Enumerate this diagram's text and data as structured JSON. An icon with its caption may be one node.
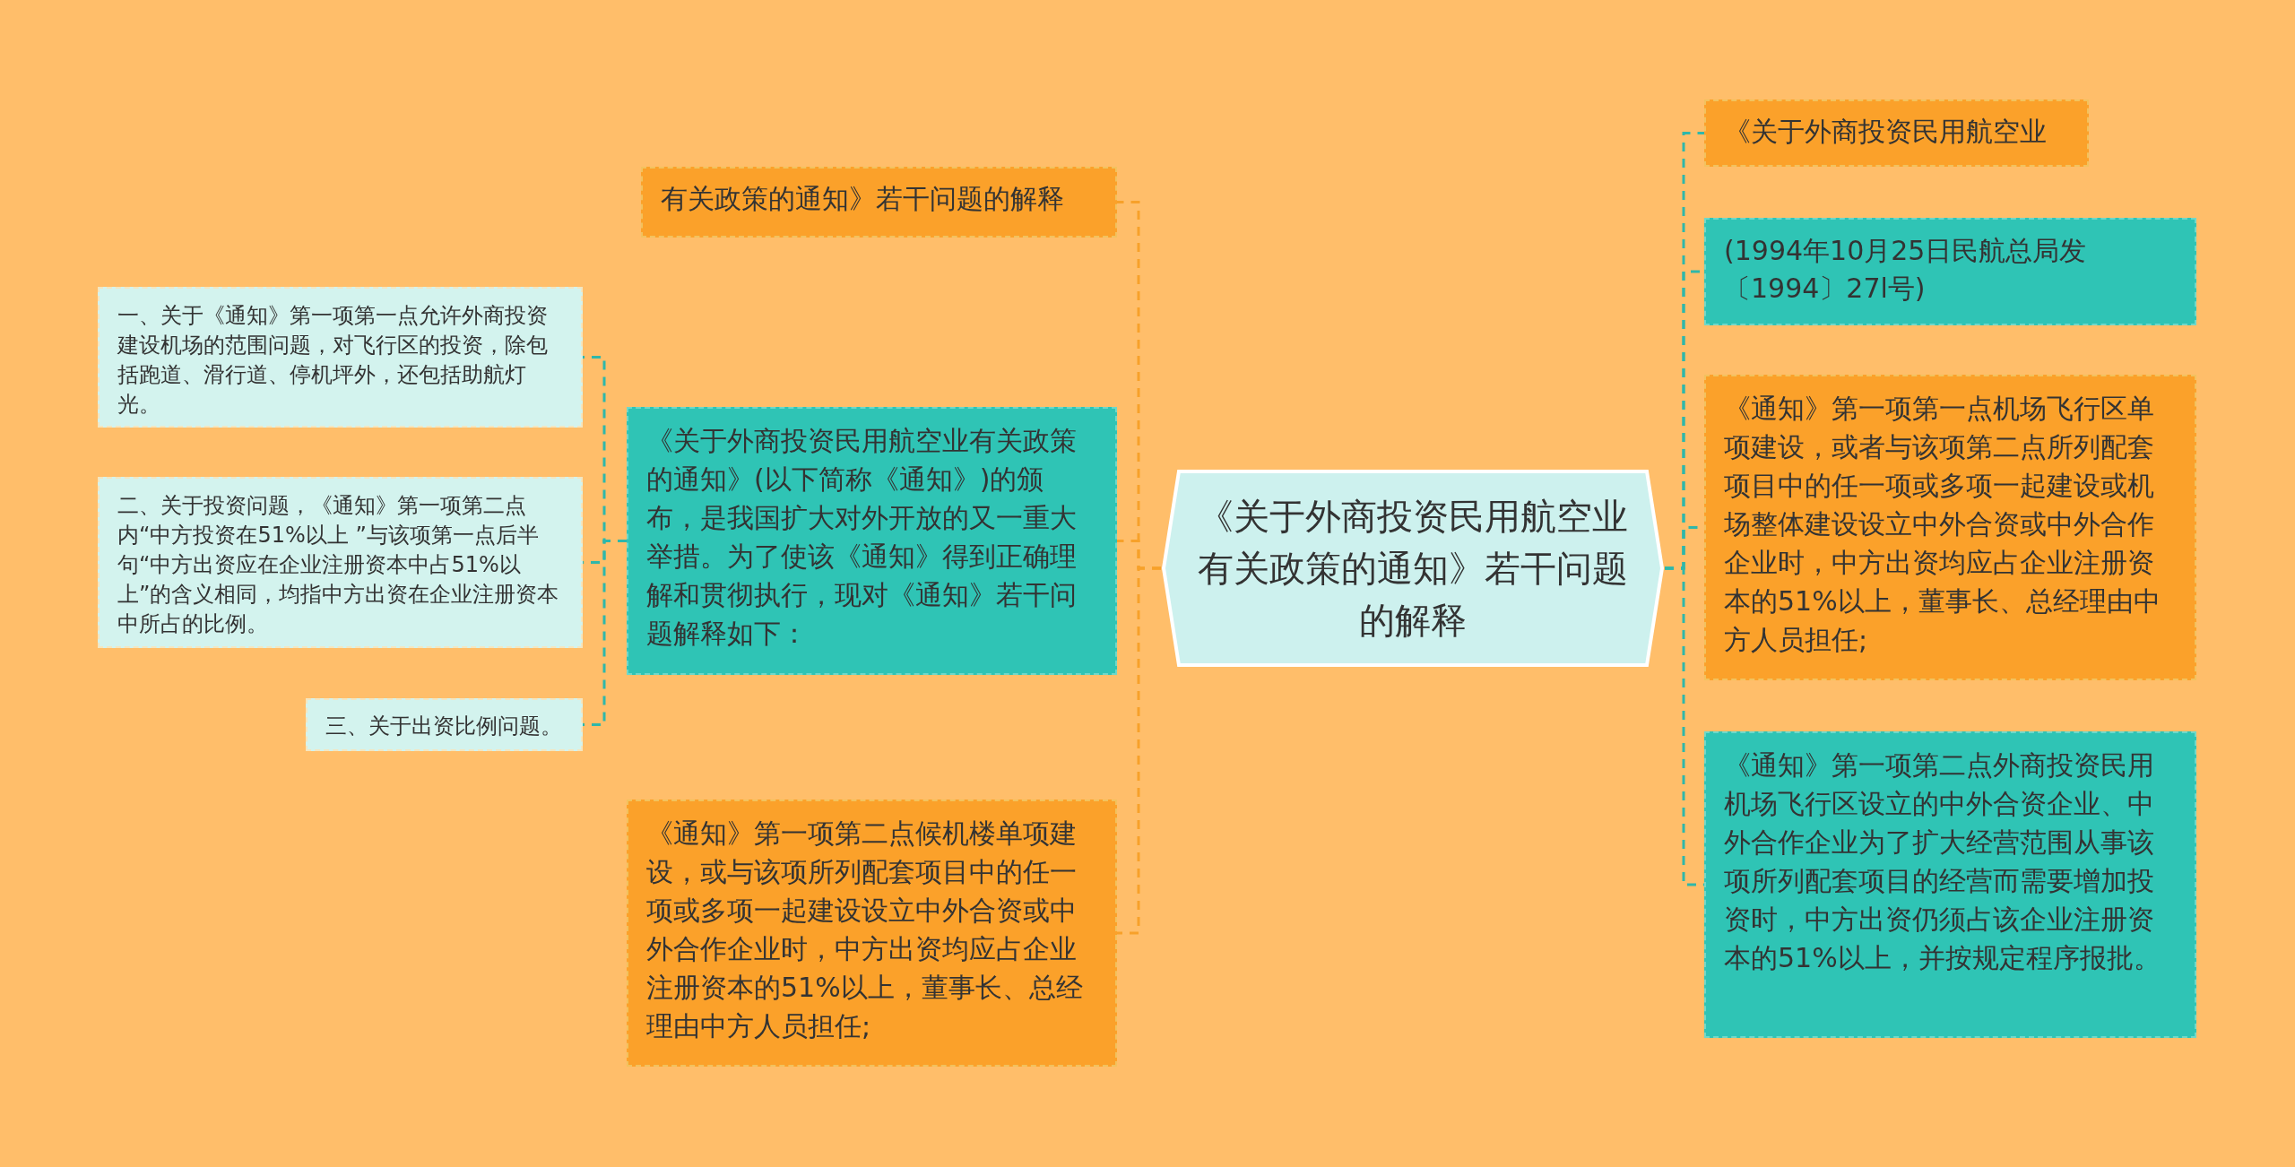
{
  "diagram": {
    "nodes": [
      {
        "text": [
          "《关于外商投资民用航空业有关政策的通知》若干问题的解释"
        ]
      },
      {
        "text": [
          "有关政策的通知》若干问题的解释"
        ]
      },
      {
        "text": [
          "《关于外商投资民用航空业有关政策的通知》(以下简称《通知》)的颁布，是我国扩大对外开放的又一重大举措。为了使该《通知》得到正确理解和贯彻执行，现对《通知》若干问题解释如下："
        ]
      },
      {
        "text": [
          "《通知》第一项第二点候机楼单项建设，或与该项所列配套项目中的任一项或多项一起建设设立中外合资或中外合作企业时，中方出资均应占企业注册资本的51%以上，董事长、总经理由中方人员担任;"
        ]
      },
      {
        "text": [
          "一、关于《通知》第一项第一点允许外商投资建设机场的范围问题，对飞行区的投资，除包括跑道、滑行道、停机坪外，还包括助航灯光。"
        ]
      },
      {
        "text": [
          "二、关于投资问题，《通知》第一项第二点内“中方投资在51%以上 ”与该项第一点后半句“中方出资应在企业注册资本中占51%以上”的含义相同，均指中方出资在企业注册资本中所占的比例。"
        ]
      },
      {
        "text": [
          "三、关于出资比例问题。"
        ]
      },
      {
        "text": [
          "《关于外商投资民用航空业"
        ]
      },
      {
        "text": [
          "(1994年10月25日民航总局发〔1994〕27l号)"
        ]
      },
      {
        "text": [
          "《通知》第一项第一点机场飞行区单项建设，或者与该项第二点所列配套项目中的任一项或多项一起建设或机场整体建设设立中外合资或中外合作企业时，中方出资均应占企业注册资本的51%以上，董事长、总经理由中方人员担任;"
        ]
      },
      {
        "text": [
          "《通知》第一项第二点外商投资民用机场飞行区设立的中外合资企业、中外合作企业为了扩大经营范围从事该项所列配套项目的经营而需要增加投资时，中方出资仍须占该企业注册资本的51%以上，并按规定程序报批。"
        ]
      }
    ],
    "edges": [
      {
        "from": 0,
        "to": 1,
        "arrow": "none",
        "style": "dashed",
        "color": "#f7a12a"
      },
      {
        "from": 0,
        "to": 2,
        "arrow": "none",
        "style": "dashed",
        "color": "#f7a12a"
      },
      {
        "from": 0,
        "to": 3,
        "arrow": "none",
        "style": "dashed",
        "color": "#f7a12a"
      },
      {
        "from": 2,
        "to": 4,
        "arrow": "none",
        "style": "dashed"
      },
      {
        "from": 2,
        "to": 5,
        "arrow": "none",
        "style": "dashed"
      },
      {
        "from": 2,
        "to": 6,
        "arrow": "none",
        "style": "dashed"
      },
      {
        "from": 0,
        "to": 7,
        "arrow": "none",
        "style": "dashed"
      },
      {
        "from": 0,
        "to": 8,
        "arrow": "none",
        "style": "dashed"
      },
      {
        "from": 0,
        "to": 9,
        "arrow": "none",
        "style": "dashed"
      },
      {
        "from": 0,
        "to": 10,
        "arrow": "none",
        "style": "dashed"
      }
    ]
  }
}
